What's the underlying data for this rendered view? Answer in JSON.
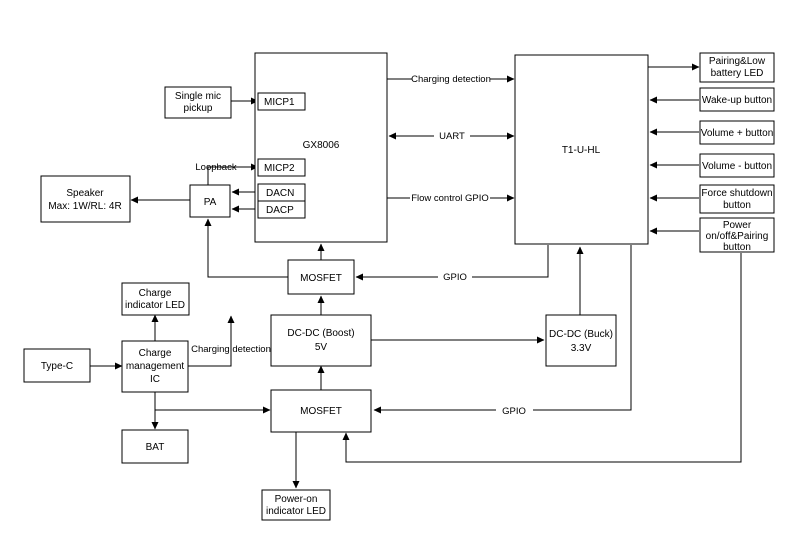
{
  "blocks": {
    "gx8006": "GX8006",
    "micp1": "MICP1",
    "micp2": "MICP2",
    "dacn": "DACN",
    "dacp": "DACP",
    "single_mic": [
      "Single mic",
      "pickup"
    ],
    "pa": "PA",
    "speaker": [
      "Speaker",
      "Max: 1W/RL: 4R"
    ],
    "t1": "T1-U-HL",
    "pairing_led": [
      "Pairing&Low",
      "battery LED"
    ],
    "wakeup": "Wake-up button",
    "vol_plus": "Volume + button",
    "vol_minus": "Volume - button",
    "force_shutdown": [
      "Force shutdown",
      "button"
    ],
    "power_btn": [
      "Power",
      "on/off&Pairing",
      "button"
    ],
    "mosfet_top": "MOSFET",
    "boost": [
      "DC-DC (Boost)",
      "5V"
    ],
    "buck": [
      "DC-DC (Buck)",
      "3.3V"
    ],
    "charge_led": [
      "Charge",
      "indicator LED"
    ],
    "charge_ic": [
      "Charge",
      "management",
      "IC"
    ],
    "typec": "Type-C",
    "bat": "BAT",
    "mosfet_bottom": "MOSFET",
    "power_led": [
      "Power-on",
      "indicator LED"
    ]
  },
  "labels": {
    "charging_detection_top": "Charging detection",
    "uart": "UART",
    "flow_control": "Flow control GPIO",
    "loopback": "Loopback",
    "gpio_top": "GPIO",
    "charging_detection_left": "Charging detection",
    "gpio_bottom": "GPIO"
  }
}
